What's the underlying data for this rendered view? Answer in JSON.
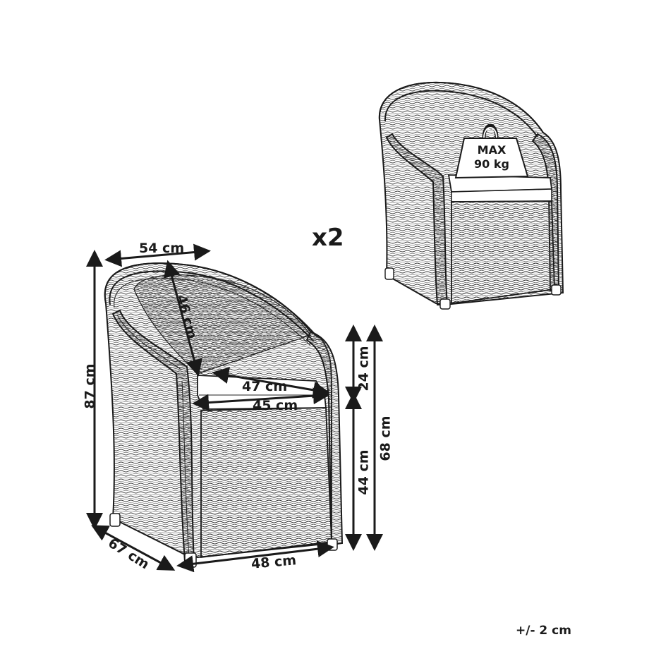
{
  "diagram": {
    "type": "product-dimension-drawing",
    "subject": "wicker armchair",
    "quantity_label": "x2",
    "tolerance_label": "+/- 2 cm",
    "weight_badge": {
      "line1": "MAX",
      "line2": "90 kg"
    },
    "dimensions": {
      "backrest_width": "54 cm",
      "backrest_height": "46 cm",
      "total_height": "87 cm",
      "seat_width_back": "47 cm",
      "seat_width_front": "45 cm",
      "armrest_above_seat": "24 cm",
      "seat_height": "44 cm",
      "armrest_height": "68 cm",
      "depth": "67 cm",
      "width": "48 cm"
    },
    "colors": {
      "ink": "#1a1a1a",
      "background": "#ffffff"
    }
  }
}
